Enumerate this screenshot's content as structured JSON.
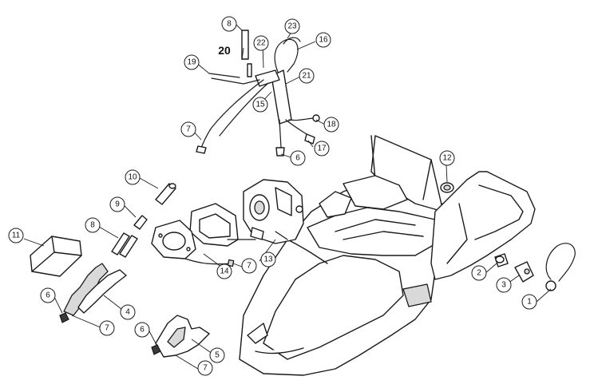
{
  "callouts": {
    "c1": "1",
    "c2": "2",
    "c3": "3",
    "c4": "4",
    "c5": "5",
    "c6a": "6",
    "c6b": "6",
    "c6c": "6",
    "c7a": "7",
    "c7b": "7",
    "c7c": "7",
    "c7d": "7",
    "c8a": "8",
    "c8b": "8",
    "c9": "9",
    "c10": "10",
    "c11": "11",
    "c12": "12",
    "c13": "13",
    "c14": "14",
    "c15": "15",
    "c16": "16",
    "c17": "17",
    "c18": "18",
    "c19": "19",
    "c20": "20",
    "c21": "21",
    "c22": "22",
    "c23": "23"
  }
}
